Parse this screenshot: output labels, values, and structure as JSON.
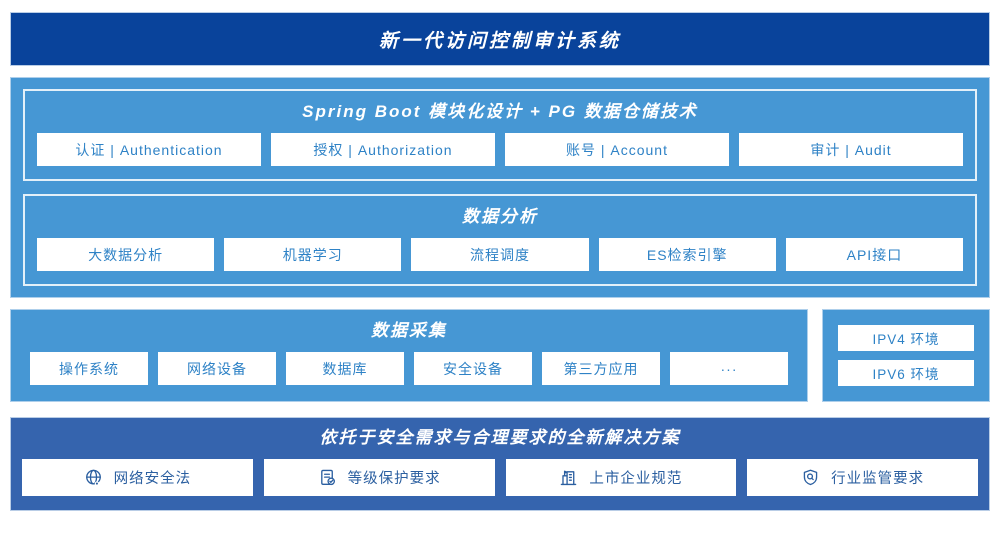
{
  "banner": {
    "title": "新一代访问控制审计系统"
  },
  "architecture": {
    "modules": {
      "title": "Spring Boot 模块化设计 + PG 数据仓储技术",
      "items": [
        "认证 | Authentication",
        "授权 | Authorization",
        "账号 | Account",
        "审计 | Audit"
      ]
    },
    "analysis": {
      "title": "数据分析",
      "items": [
        "大数据分析",
        "机器学习",
        "流程调度",
        "ES检索引擎",
        "API接口"
      ]
    }
  },
  "collection": {
    "title": "数据采集",
    "items": [
      "操作系统",
      "网络设备",
      "数据库",
      "安全设备",
      "第三方应用",
      "···"
    ]
  },
  "environment": {
    "items": [
      "IPV4 环境",
      "IPV6 环境"
    ]
  },
  "solution": {
    "title": "依托于安全需求与合理要求的全新解决方案",
    "items": [
      {
        "icon": "globe-icon",
        "label": "网络安全法"
      },
      {
        "icon": "document-check-icon",
        "label": "等级保护要求"
      },
      {
        "icon": "building-icon",
        "label": "上市企业规范"
      },
      {
        "icon": "shield-search-icon",
        "label": "行业监管要求"
      }
    ]
  },
  "colors": {
    "banner_bg": "#09439b",
    "mid_bg": "#4697d4",
    "dark_bg": "#3564ae",
    "box_text": "#2e82c6",
    "solution_text": "#2b5fa0"
  }
}
